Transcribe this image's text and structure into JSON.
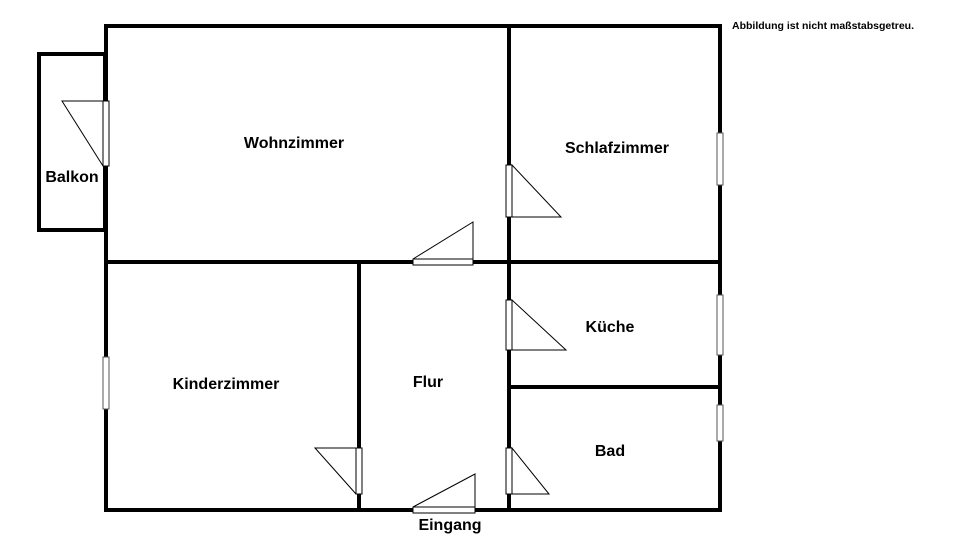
{
  "note": "Abbildung ist nicht maßstabsgetreu.",
  "rooms": {
    "balkon": "Balkon",
    "wohnzimmer": "Wohnzimmer",
    "schlafzimmer": "Schlafzimmer",
    "kinderzimmer": "Kinderzimmer",
    "flur": "Flur",
    "kueche": "Küche",
    "bad": "Bad"
  },
  "entrance": "Eingang"
}
